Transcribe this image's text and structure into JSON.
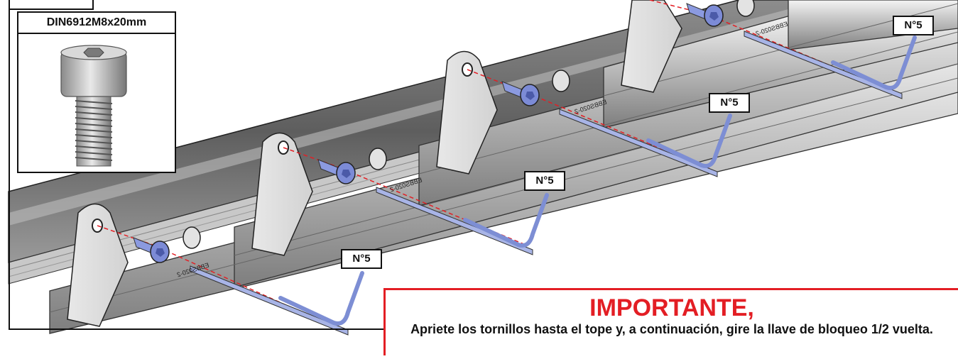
{
  "detail": {
    "title": "DIN6912M8x20mm",
    "icon": "socket-head-screw-icon"
  },
  "wrench_labels": [
    "N°5",
    "N°5",
    "N°5",
    "N°5"
  ],
  "part_code": "EBBS020-2",
  "notice": {
    "title": "IMPORTANTE,",
    "text": "Apriete los tornillos hasta el tope y, a continuación, gire la llave de bloqueo 1/2 vuelta."
  },
  "colors": {
    "notice_border": "#e31e24",
    "notice_title": "#e31e24",
    "wrench": "#8a9bd6",
    "screw": "#6f7fcf",
    "guide_line": "#e31e24"
  }
}
